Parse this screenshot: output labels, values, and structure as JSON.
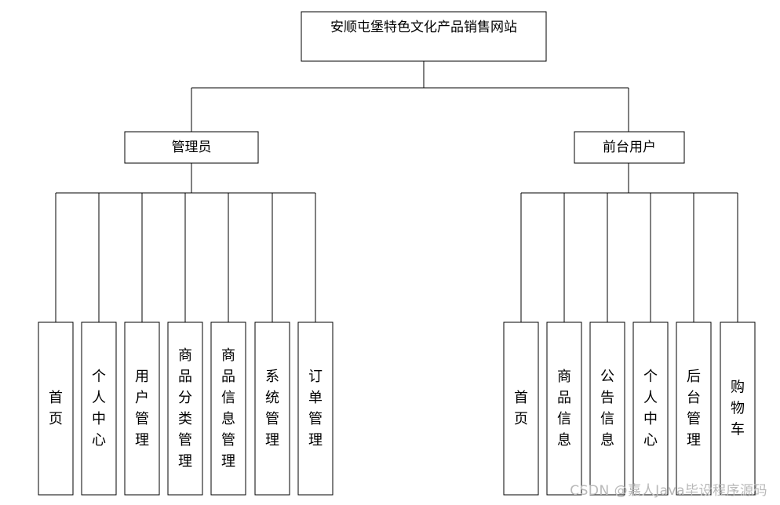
{
  "diagram": {
    "root": {
      "label": "安顺屯堡特色文化产品销售网站"
    },
    "groups": [
      {
        "label": "管理员",
        "children": [
          "首页",
          "个人中心",
          "用户管理",
          "商品分类管理",
          "商品信息管理",
          "系统管理",
          "订单管理"
        ]
      },
      {
        "label": "前台用户",
        "children": [
          "首页",
          "商品信息",
          "公告信息",
          "个人中心",
          "后台管理",
          "购物车"
        ]
      }
    ]
  },
  "watermark": "CSDN @嘉人Java毕设程序源码"
}
